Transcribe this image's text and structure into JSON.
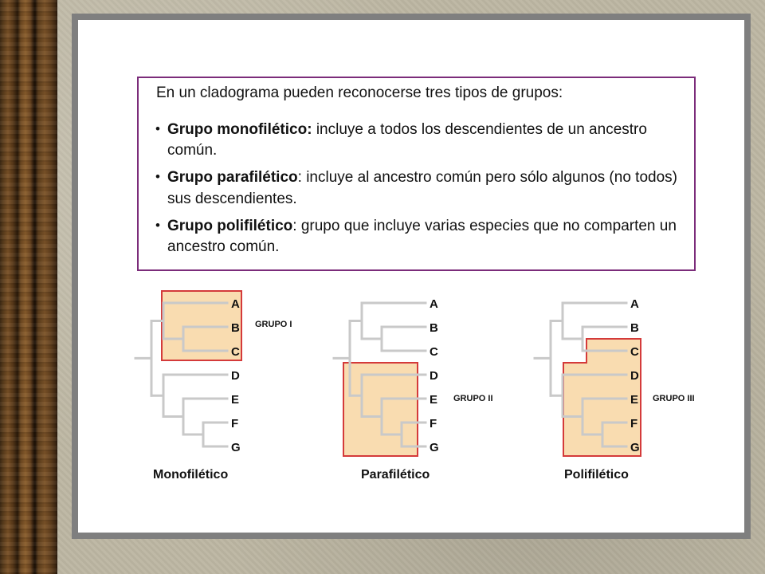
{
  "slide": {
    "intro": "En un cladograma pueden reconocerse tres tipos de grupos:",
    "bullets": [
      {
        "term": "Grupo monofilético:",
        "text": " incluye a todos los descendientes de un ancestro común."
      },
      {
        "term": "Grupo parafilético",
        "text": ": incluye al ancestro común pero sólo algunos (no todos) sus descendientes."
      },
      {
        "term": "Grupo polifilético",
        "text": ": grupo que incluye varias especies que no comparten un ancestro común."
      }
    ]
  },
  "diagrams": [
    {
      "caption": "Monofilético",
      "group_label": "GRUPO I",
      "taxa": [
        "A",
        "B",
        "C",
        "D",
        "E",
        "F",
        "G"
      ]
    },
    {
      "caption": "Parafilético",
      "group_label": "GRUPO II",
      "taxa": [
        "A",
        "B",
        "C",
        "D",
        "E",
        "F",
        "G"
      ]
    },
    {
      "caption": "Polifilético",
      "group_label": "GRUPO III",
      "taxa": [
        "A",
        "B",
        "C",
        "D",
        "E",
        "F",
        "G"
      ]
    }
  ],
  "colors": {
    "tree": "#c9c9c9",
    "highlight_fill": "#f9dcb0",
    "highlight_border": "#d43a3a",
    "text_box_border": "#7b2c7a"
  }
}
